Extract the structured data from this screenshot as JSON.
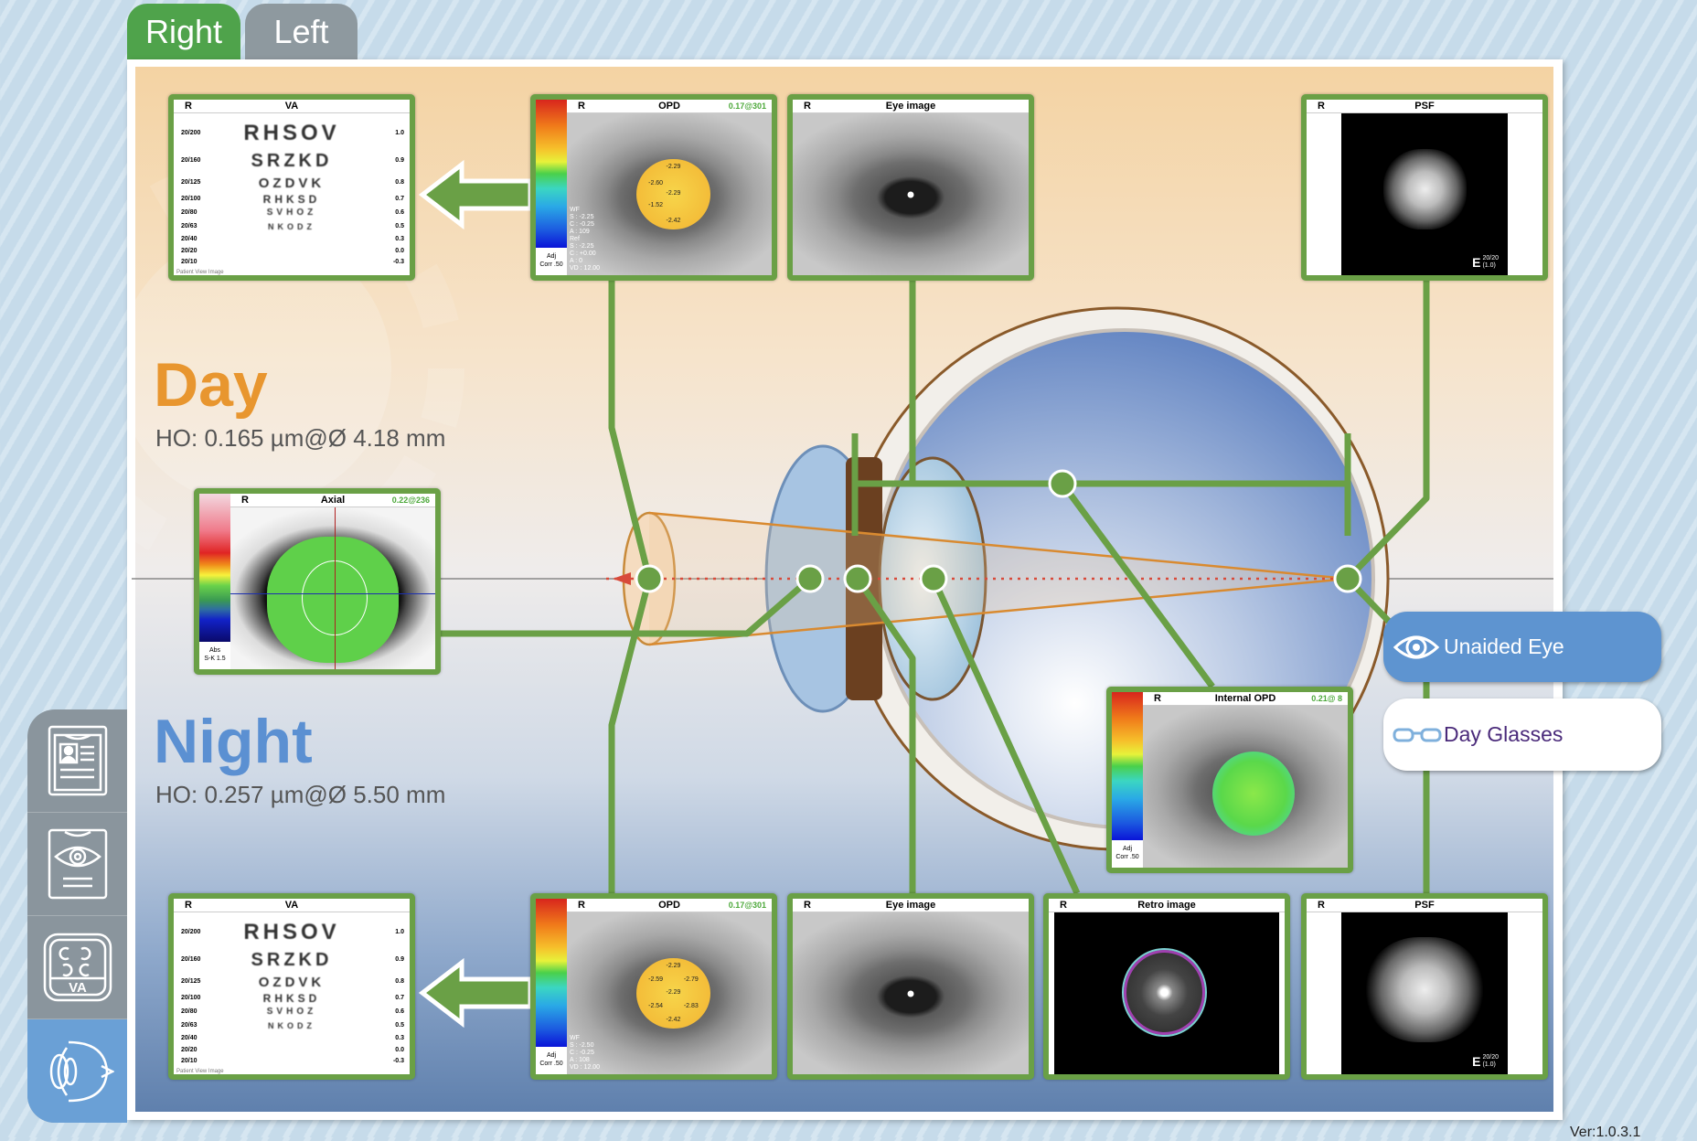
{
  "tabs": {
    "right": "Right",
    "left": "Left"
  },
  "day": {
    "title": "Day",
    "ho": "HO: 0.165 µm@Ø 4.18 mm"
  },
  "night": {
    "title": "Night",
    "ho": "HO: 0.257 µm@Ø 5.50 mm"
  },
  "mode_buttons": {
    "unaided": "Unaided Eye",
    "glasses": "Day Glasses"
  },
  "version": "Ver:1.0.3.1",
  "colors": {
    "accent_green": "#6aa046",
    "day": "#e8962f",
    "night": "#5b90d2"
  },
  "sidebar": [
    {
      "icon": "patient-record-icon"
    },
    {
      "icon": "eye-record-icon"
    },
    {
      "icon": "visual-acuity-icon"
    },
    {
      "icon": "eye-anatomy-icon",
      "active": true
    }
  ],
  "va_chart": {
    "rows": [
      {
        "l": "20/200",
        "letters": "RHSOV",
        "r": "1.0"
      },
      {
        "l": "20/160",
        "letters": "SRZKD",
        "r": "0.9"
      },
      {
        "l": "20/125",
        "letters": "OZDVK",
        "r": "0.8"
      },
      {
        "l": "20/100",
        "letters": "RHKSD",
        "r": "0.7"
      },
      {
        "l": "20/80",
        "letters": "SVHOZ",
        "r": "0.6"
      },
      {
        "l": "20/63",
        "letters": "NKODZ",
        "r": "0.5"
      },
      {
        "l": "20/40",
        "letters": "",
        "r": "0.3"
      },
      {
        "l": "20/20",
        "letters": "",
        "r": "0.0"
      },
      {
        "l": "20/10",
        "letters": "",
        "r": "-0.3"
      }
    ],
    "footer": "Patient View Image"
  },
  "panels": {
    "va_top": {
      "eye": "R",
      "title": "VA"
    },
    "opd_top": {
      "eye": "R",
      "title": "OPD",
      "value": "0.17@301",
      "foot": "Adj\nCorr .50",
      "wf": "WF\nS : -2.25\nC : -0.25\nA : 109\nRef\nS : -2.25\nC : +0.00\nA : 0\nVD : 12.00",
      "map": [
        "-2.29",
        "-2.60",
        "-2.29",
        "-1.52",
        "-2.42"
      ]
    },
    "eye_top": {
      "eye": "R",
      "title": "Eye image"
    },
    "psf_top": {
      "eye": "R",
      "title": "PSF",
      "acuity": "20/20",
      "decimal": "(1.0)"
    },
    "axial": {
      "eye": "R",
      "title": "Axial",
      "value": "0.22@236",
      "foot": "Abs\nS-K 1.5"
    },
    "int_opd": {
      "eye": "R",
      "title": "Internal OPD",
      "value": "0.21@ 8",
      "foot": "Adj\nCorr .50"
    },
    "va_bot": {
      "eye": "R",
      "title": "VA"
    },
    "opd_bot": {
      "eye": "R",
      "title": "OPD",
      "value": "0.17@301",
      "foot": "Adj\nCorr .50",
      "wf": "WF\nS : -2.50\nC : -0.25\nA : 108\nVD : 12.00",
      "map": [
        "-2.29",
        "-2.59",
        "-2.79",
        "-2.29",
        "-2.54",
        "-2.83",
        "-2.42"
      ]
    },
    "eye_bot": {
      "eye": "R",
      "title": "Eye image"
    },
    "retro": {
      "eye": "R",
      "title": "Retro image"
    },
    "psf_bot": {
      "eye": "R",
      "title": "PSF",
      "acuity": "20/20",
      "decimal": "(1.0)"
    }
  }
}
